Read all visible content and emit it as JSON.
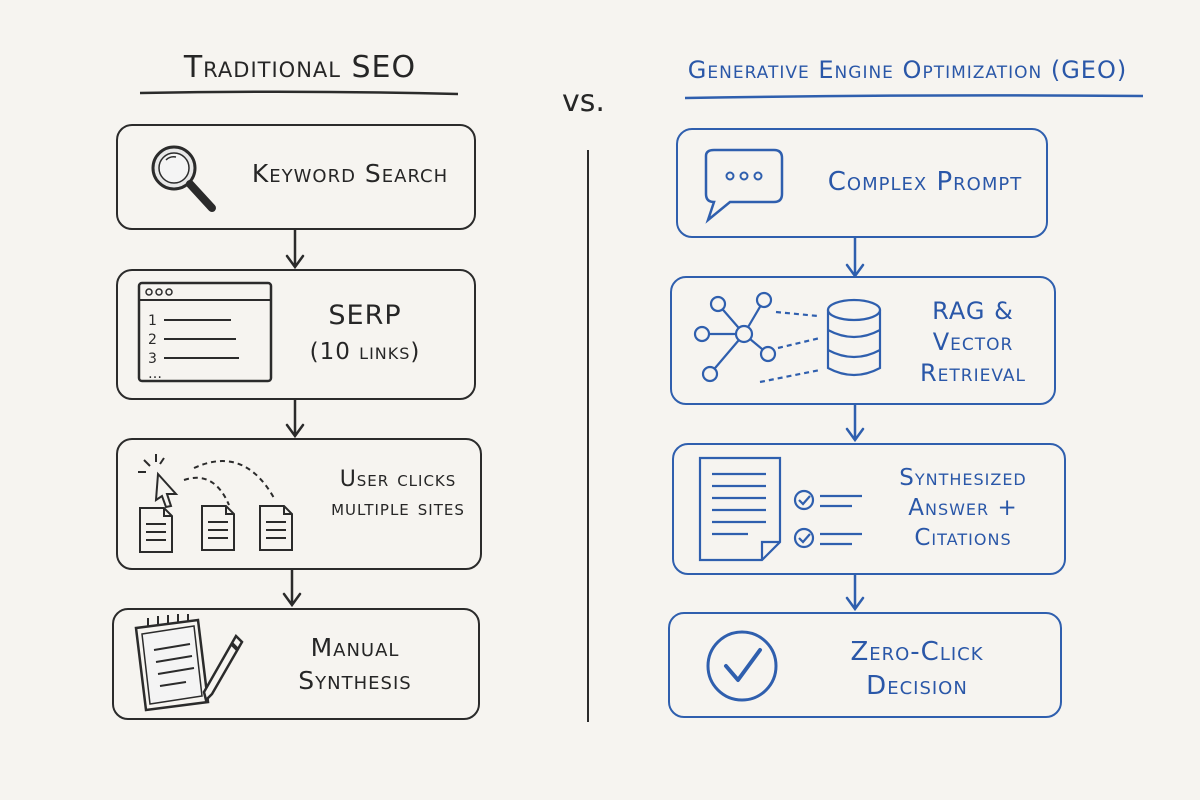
{
  "left": {
    "title": "Traditional SEO",
    "steps": [
      {
        "label": "Keyword Search",
        "icon": "magnifier-icon"
      },
      {
        "label": "SERP",
        "sublabel": "(10 links)",
        "icon": "serp-list-icon"
      },
      {
        "label": "User clicks multiple sites",
        "icon": "cursor-documents-icon"
      },
      {
        "label": "Manual Synthesis",
        "icon": "notepad-pen-icon"
      }
    ]
  },
  "vs": "vs.",
  "right": {
    "title": "Generative Engine Optimization (GEO)",
    "steps": [
      {
        "label": "Complex Prompt",
        "icon": "speech-bubble-icon"
      },
      {
        "label": "RAG & Vector Retrieval",
        "icon": "graph-database-icon"
      },
      {
        "label": "Synthesized Answer + Citations",
        "icon": "document-checklist-icon"
      },
      {
        "label": "Zero-Click Decision",
        "icon": "checkmark-circle-icon"
      }
    ]
  },
  "colors": {
    "ink": "#2b2b2b",
    "blue": "#2f5fae",
    "background": "#f6f4f0"
  }
}
